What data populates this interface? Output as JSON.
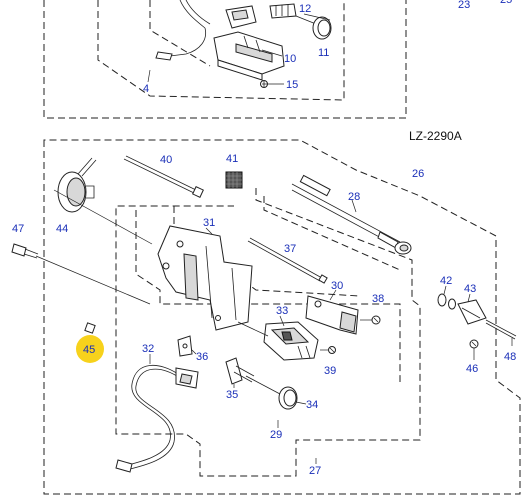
{
  "model_label": "LZ-2290A",
  "part_numbers": {
    "p4": "4",
    "p10": "10",
    "p11": "11",
    "p12": "12",
    "p15": "15",
    "p23": "23",
    "p25": "25",
    "p26": "26",
    "p27": "27",
    "p28": "28",
    "p29": "29",
    "p30": "30",
    "p31": "31",
    "p32": "32",
    "p33": "33",
    "p34": "34",
    "p35": "35",
    "p36": "36",
    "p37": "37",
    "p38": "38",
    "p39": "39",
    "p40": "40",
    "p41": "41",
    "p42": "42",
    "p43": "43",
    "p44": "44",
    "p45": "45",
    "p46": "46",
    "p47": "47",
    "p48": "48"
  },
  "colors": {
    "label_blue": "#1a2fb8",
    "highlight_yellow": "#f7d21c",
    "line": "#222222"
  }
}
